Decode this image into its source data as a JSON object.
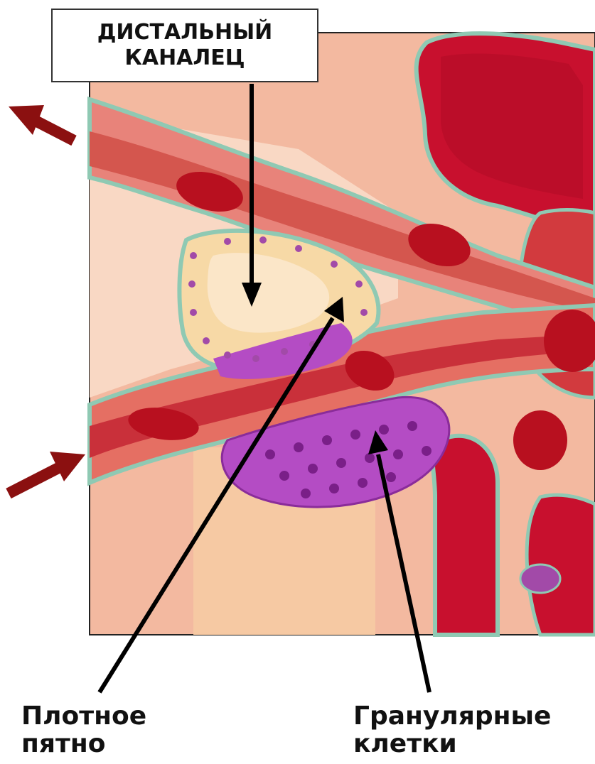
{
  "labels": {
    "distal_tubule": [
      "ДИСТАЛЬНЫЙ",
      "КАНАЛЕЦ"
    ],
    "macula_densa": [
      "Плотное",
      "пятно"
    ],
    "granular_cells": [
      "Гранулярные",
      "клетки"
    ]
  },
  "colors": {
    "vessel_red": "#c8102e",
    "vessel_wall_pink": "#e8837a",
    "tissue_peach": "#f7c9a0",
    "basement_teal": "#8fc9b3",
    "granular_magenta": "#b44cc4",
    "nucleus_purple": "#a24aa8",
    "arrow_dark_red": "#8b1010",
    "pointer_black": "#000000"
  }
}
